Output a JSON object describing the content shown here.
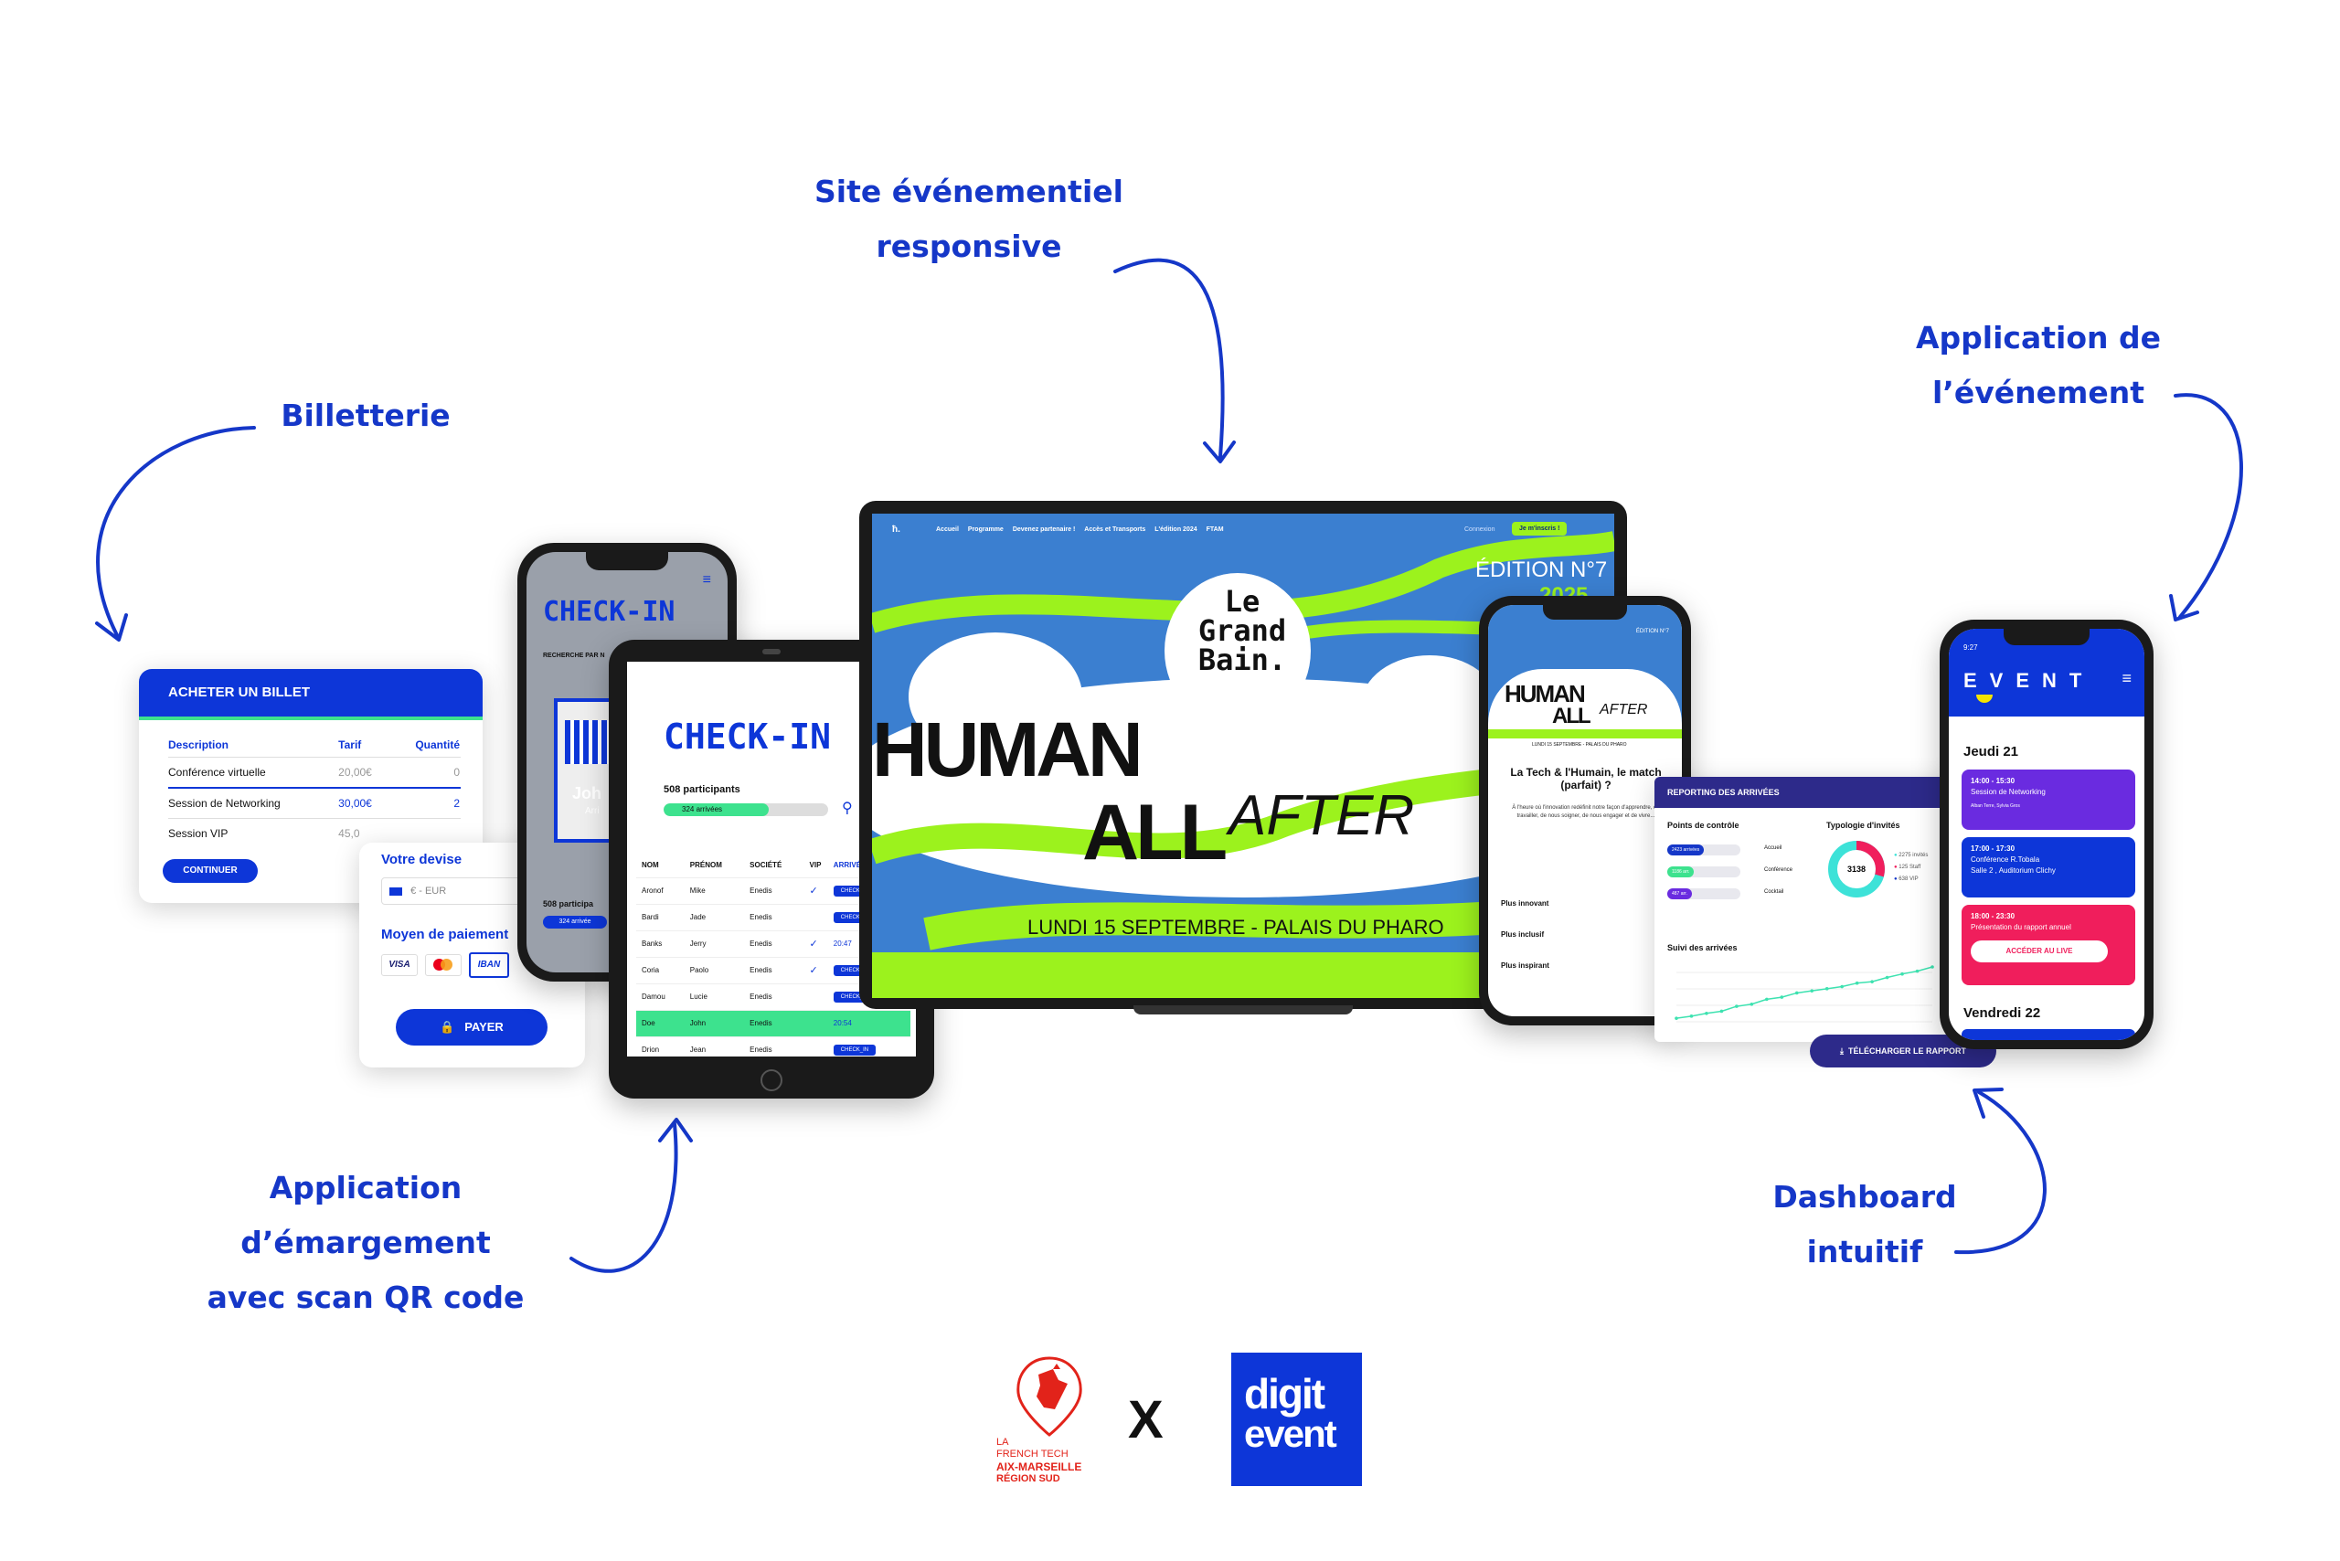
{
  "captions": {
    "site_line1": "Site événementiel",
    "site_line2": "responsive",
    "app_line1": "Application de",
    "app_line2": "l’événement",
    "billetterie": "Billetterie",
    "emarg_line1": "Application d’émargement",
    "emarg_line2": "avec scan QR code",
    "dash_line1": "Dashboard",
    "dash_line2": "intuitif"
  },
  "ticket": {
    "header": "ACHETER UN BILLET",
    "col_desc": "Description",
    "col_price": "Tarif",
    "col_qty": "Quantité",
    "rows": [
      {
        "desc": "Conférence virtuelle",
        "price": "20,00€",
        "qty": "0"
      },
      {
        "desc": "Session de Networking",
        "price": "30,00€",
        "qty": "2"
      },
      {
        "desc": "Session VIP",
        "price": "45,0",
        "qty": ""
      }
    ],
    "continue": "CONTINUER"
  },
  "payment": {
    "currency_title": "Votre devise",
    "currency_value": "€ - EUR",
    "method_title": "Moyen de paiement",
    "visa": "VISA",
    "iban": "IBAN",
    "pay": "PAYER"
  },
  "phone_checkin": {
    "title": "CHECK-IN",
    "search": "RECHERCHE PAR N",
    "name_partial": "Joh",
    "sub_partial": "Arri",
    "participants_partial": "508 participa",
    "arrivals_partial": "324 arrivée"
  },
  "tablet": {
    "title": "CHECK-IN",
    "participants": "508 participants",
    "arrivals": "324 arrivées",
    "arrivals_ratio": 0.64,
    "headers": [
      "NOM",
      "PRÉNOM",
      "SOCIÉTÉ",
      "VIP",
      "ARRIVÉE"
    ],
    "rows": [
      {
        "nom": "Aronof",
        "prenom": "Mike",
        "societe": "Enedis",
        "vip": true,
        "arrivee": "CHECK_IN",
        "highlight": false
      },
      {
        "nom": "Bardi",
        "prenom": "Jade",
        "societe": "Enedis",
        "vip": false,
        "arrivee": "CHECK_IN",
        "highlight": false
      },
      {
        "nom": "Banks",
        "prenom": "Jerry",
        "societe": "Enedis",
        "vip": true,
        "arrivee": "20:47",
        "highlight": false
      },
      {
        "nom": "Coria",
        "prenom": "Paolo",
        "societe": "Enedis",
        "vip": true,
        "arrivee": "CHECK_IN",
        "highlight": false
      },
      {
        "nom": "Damou",
        "prenom": "Lucie",
        "societe": "Enedis",
        "vip": false,
        "arrivee": "CHECK_IN",
        "highlight": false
      },
      {
        "nom": "Doe",
        "prenom": "John",
        "societe": "Enedis",
        "vip": false,
        "arrivee": "20:54",
        "highlight": true
      },
      {
        "nom": "Drion",
        "prenom": "Jean",
        "societe": "Enedis",
        "vip": false,
        "arrivee": "CHECK_IN",
        "highlight": false
      }
    ]
  },
  "laptop": {
    "nav": [
      "Accueil",
      "Programme",
      "Devenez partenaire !",
      "Accès et Transports",
      "L'édition 2024",
      "FTAM"
    ],
    "login": "Connexion",
    "signup": "Je m'inscris !",
    "edition": "ÉDITION N°7",
    "year": "2025",
    "badge": [
      "Le",
      "Grand",
      "Bain."
    ],
    "human": "HUMAN",
    "all": "ALL",
    "after": "AFTER",
    "date": "LUNDI 15 SEPTEMBRE - PALAIS DU PHARO"
  },
  "phone_site": {
    "edition": "ÉDITION N°7",
    "human": "HUMAN",
    "all": "ALL",
    "after": "AFTER",
    "date": "LUNDI 15 SEPTEMBRE - PALAIS DU PHARO",
    "heading": "La Tech & l'Humain, le match (parfait) ?",
    "body": "À l'heure où l'innovation redéfinit notre façon d'apprendre, de travailler, de nous soigner, de nous engager et de vivre...",
    "items": [
      "Plus innovant",
      "Plus inclusif",
      "Plus inspirant"
    ]
  },
  "dashboard": {
    "header": "REPORTING DES ARRIVÉES",
    "points_title": "Points de contrôle",
    "typo_title": "Typologie d'invités",
    "points": [
      {
        "label": "Accueil",
        "badge": "2423 arrivées",
        "color": "#1537c8"
      },
      {
        "label": "Conférence",
        "badge": "1186 arr.",
        "color": "#3de28e"
      },
      {
        "label": "Cocktail",
        "badge": "487 arr.",
        "color": "#6a2be0"
      }
    ],
    "donut_total": "3138",
    "legend": [
      "2275 invités",
      "125 Staff",
      "638 VIP"
    ],
    "suivi_title": "Suivi des arrivées",
    "series": [
      5,
      8,
      12,
      15,
      22,
      25,
      32,
      35,
      41,
      44,
      47,
      50,
      55,
      57,
      63,
      68,
      72,
      78
    ],
    "download": "TÉLÉCHARGER LE RAPPORT"
  },
  "event_app": {
    "time": "9:27",
    "brand": "EVENT",
    "day1": "Jeudi 21",
    "sessions": [
      {
        "time": "14:00 - 15:30",
        "title": "Session de Networking",
        "extra": "Alban Terre, Sylvia Gros",
        "color": "#6a2be0"
      },
      {
        "time": "17:00 - 17:30",
        "title": "Conférence R.Tobala",
        "extra": "Salle 2 , Auditorium Clichy",
        "color": "#0d36d8"
      },
      {
        "time": "18:00 - 23:30",
        "title": "Présentation du rapport annuel",
        "extra": "ACCÉDER AU LIVE",
        "color": "#f01e5c"
      }
    ],
    "day2": "Vendredi 22"
  },
  "logos": {
    "ft_line1": "LA",
    "ft_line2": "FRENCH TECH",
    "ft_line3": "AIX-MARSEILLE",
    "ft_line4": "RÉGION SUD",
    "x": "X",
    "digit": "digit",
    "event": "event"
  },
  "colors": {
    "brand_blue": "#1537c8",
    "button_blue": "#0d36d8",
    "green": "#3de28e",
    "lime": "#9cf21d",
    "site_blue": "#3b7fd0",
    "red": "#e2231a"
  }
}
